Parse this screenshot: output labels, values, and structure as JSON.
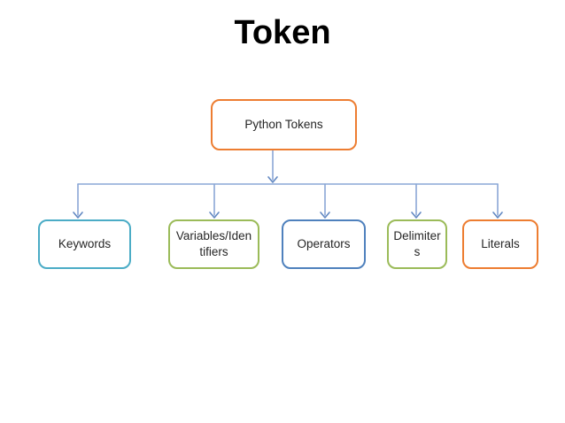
{
  "title": "Token",
  "page": {
    "background_color": "#FFFFFF",
    "title_color": "#000000",
    "node_text_color": "#262626"
  },
  "diagram": {
    "type": "hierarchy",
    "root": {
      "label": "Python Tokens",
      "border_color": "#ED7D31"
    },
    "children": [
      {
        "label": "Keywords",
        "border_color": "#4BACC6"
      },
      {
        "label": "Variables/Identifiers",
        "border_color": "#9BBB59"
      },
      {
        "label": "Operators",
        "border_color": "#4F81BD"
      },
      {
        "label": "Delimiters",
        "border_color": "#9BBB59"
      },
      {
        "label": "Literals",
        "border_color": "#ED7D31"
      }
    ],
    "connector_color": "#8AA7D6",
    "arrowhead_color": "#6288C2"
  }
}
